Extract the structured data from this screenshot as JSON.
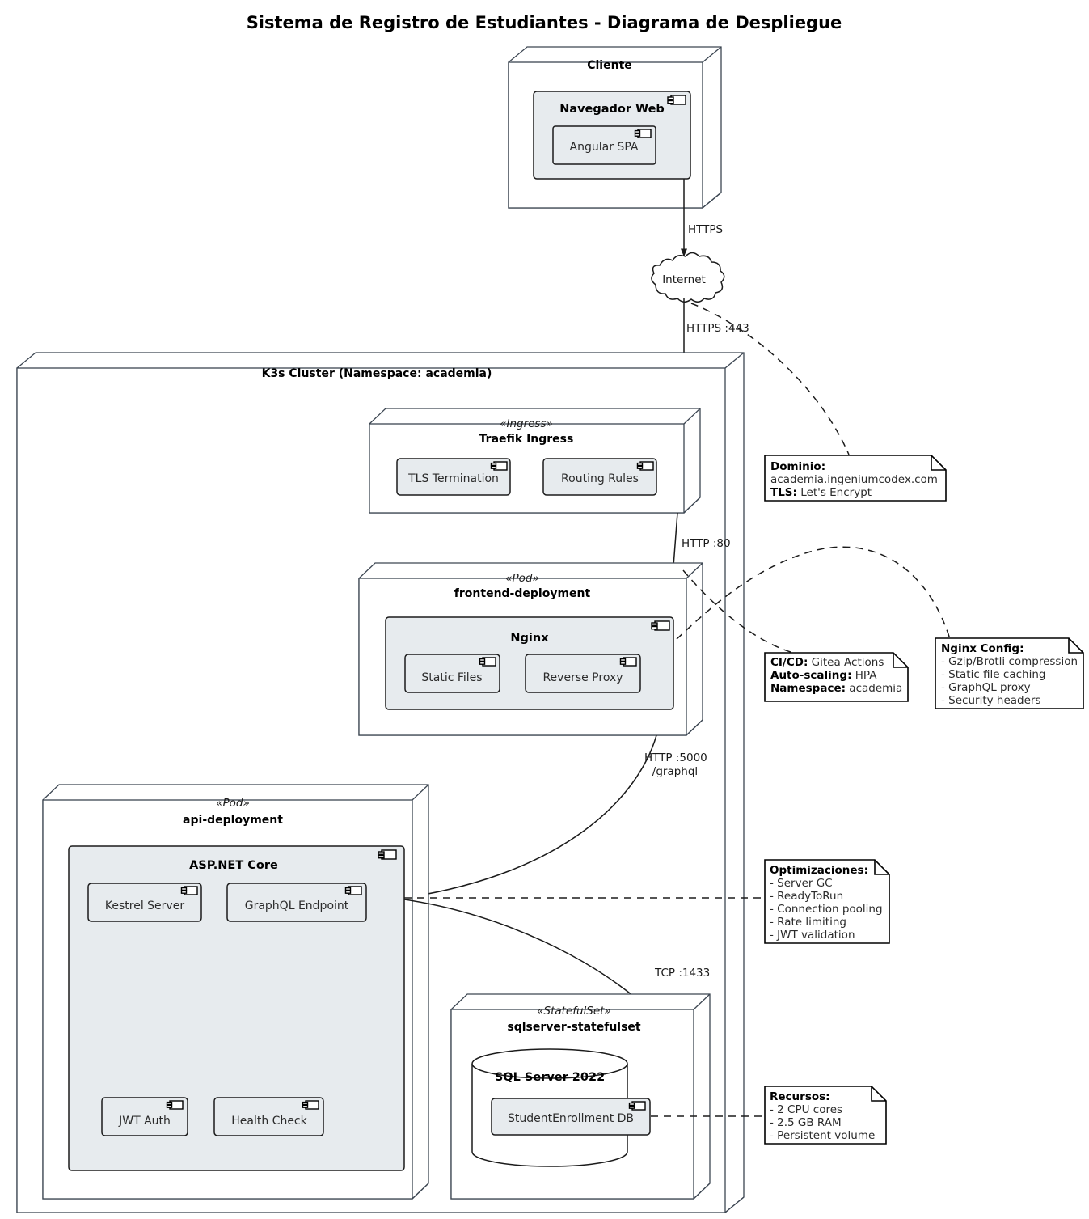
{
  "diagram": {
    "title": "Sistema de Registro de Estudiantes - Diagrama de Despliegue",
    "type": "uml-deployment-diagram"
  },
  "nodes": {
    "cliente": {
      "label": "Cliente",
      "component": {
        "label": "Navegador Web",
        "icon": "component-icon",
        "children": [
          {
            "label": "Angular SPA",
            "icon": "component-icon"
          }
        ]
      }
    },
    "internet": {
      "label": "Internet",
      "shape": "cloud"
    },
    "cluster": {
      "label": "K3s Cluster (Namespace: academia)"
    },
    "ingress": {
      "stereotype": "«Ingress»",
      "label": "Traefik Ingress",
      "children": [
        {
          "label": "TLS Termination",
          "icon": "component-icon"
        },
        {
          "label": "Routing Rules",
          "icon": "component-icon"
        }
      ]
    },
    "frontend": {
      "stereotype": "«Pod»",
      "label": "frontend-deployment",
      "component": {
        "label": "Nginx",
        "icon": "component-icon",
        "children": [
          {
            "label": "Static Files",
            "icon": "component-icon"
          },
          {
            "label": "Reverse Proxy",
            "icon": "component-icon"
          }
        ]
      }
    },
    "api": {
      "stereotype": "«Pod»",
      "label": "api-deployment",
      "component": {
        "label": "ASP.NET Core",
        "icon": "component-icon",
        "children": [
          {
            "label": "Kestrel Server",
            "icon": "component-icon"
          },
          {
            "label": "GraphQL Endpoint",
            "icon": "component-icon"
          },
          {
            "label": "JWT Auth",
            "icon": "component-icon"
          },
          {
            "label": "Health Check",
            "icon": "component-icon"
          }
        ]
      }
    },
    "database": {
      "stereotype": "«StatefulSet»",
      "label": "sqlserver-statefulset",
      "cylinder": {
        "label": "SQL Server 2022",
        "shape": "database-cylinder",
        "children": [
          {
            "label": "StudentEnrollment DB",
            "icon": "component-icon"
          }
        ]
      }
    }
  },
  "edges": [
    {
      "id": "browser-internet",
      "label": "HTTPS"
    },
    {
      "id": "internet-ingress",
      "label": "HTTPS :443"
    },
    {
      "id": "ingress-frontend",
      "label": "HTTP :80"
    },
    {
      "id": "frontend-api-line1",
      "label": "HTTP :5000"
    },
    {
      "id": "frontend-api-line2",
      "label": "/graphql"
    },
    {
      "id": "api-database",
      "label": "TCP :1433"
    }
  ],
  "notes": {
    "dominio": {
      "lines": [
        {
          "bold": "Dominio:",
          "text": ""
        },
        {
          "bold": "",
          "text": "academia.ingeniumcodex.com"
        },
        {
          "bold": "TLS:",
          "text": " Let's Encrypt"
        }
      ]
    },
    "cicd": {
      "lines": [
        {
          "bold": "CI/CD:",
          "text": " Gitea Actions"
        },
        {
          "bold": "Auto-scaling:",
          "text": " HPA"
        },
        {
          "bold": "Namespace:",
          "text": " academia"
        }
      ]
    },
    "nginx_config": {
      "lines": [
        {
          "bold": "Nginx Config:",
          "text": ""
        },
        {
          "bold": "",
          "text": "- Gzip/Brotli compression"
        },
        {
          "bold": "",
          "text": "- Static file caching"
        },
        {
          "bold": "",
          "text": "- GraphQL proxy"
        },
        {
          "bold": "",
          "text": "- Security headers"
        }
      ]
    },
    "optimizaciones": {
      "lines": [
        {
          "bold": "Optimizaciones:",
          "text": ""
        },
        {
          "bold": "",
          "text": "- Server GC"
        },
        {
          "bold": "",
          "text": "- ReadyToRun"
        },
        {
          "bold": "",
          "text": "- Connection pooling"
        },
        {
          "bold": "",
          "text": "- Rate limiting"
        },
        {
          "bold": "",
          "text": "- JWT validation"
        }
      ]
    },
    "recursos": {
      "lines": [
        {
          "bold": "Recursos:",
          "text": ""
        },
        {
          "bold": "",
          "text": "- 2 CPU cores"
        },
        {
          "bold": "",
          "text": "- 2.5 GB RAM"
        },
        {
          "bold": "",
          "text": "- Persistent volume"
        }
      ]
    }
  },
  "colors": {
    "component_fill": "#e7ebee",
    "node_stroke": "#3c4652",
    "line": "#1b1b1b",
    "background": "#ffffff"
  }
}
